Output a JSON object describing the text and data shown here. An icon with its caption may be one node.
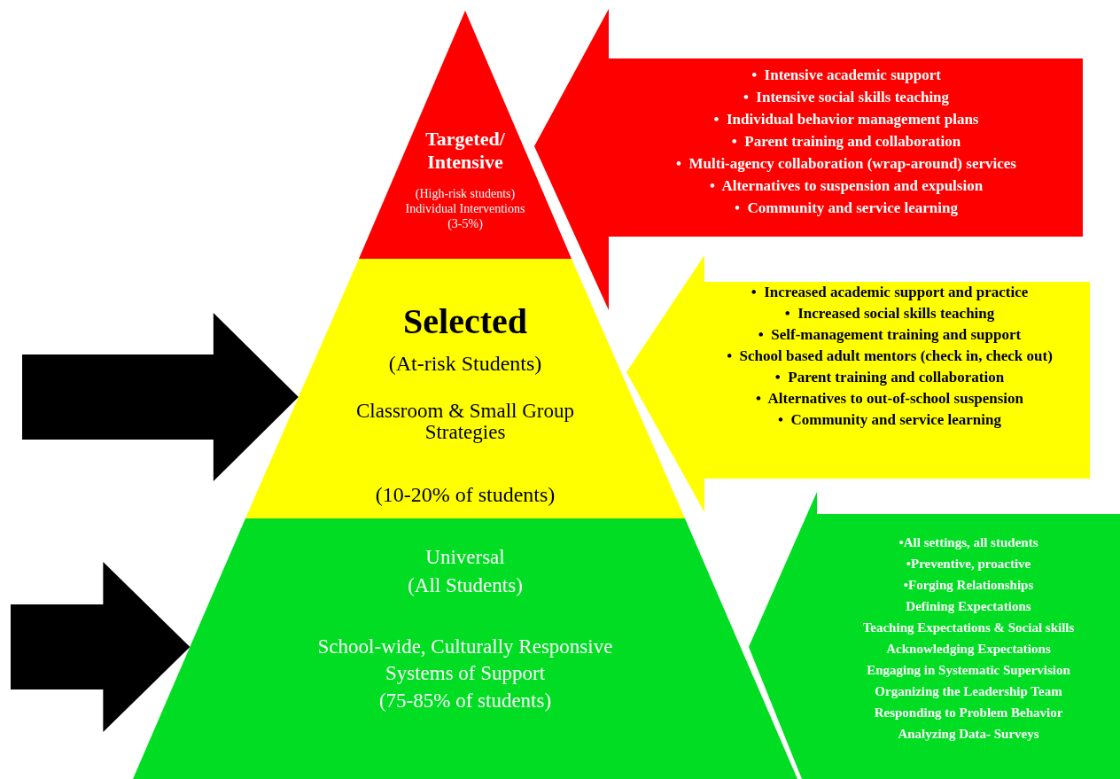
{
  "diagram": {
    "nodes": [
      {
        "text": [
          "Targeted/ Intensive",
          "(High-risk students) Individual Interventions (3-5%)"
        ]
      },
      {
        "text": [
          "Selected",
          "(At-risk Students)",
          "Classroom & Small Group Strategies",
          "(10-20% of students)"
        ]
      },
      {
        "text": [
          "Universal",
          "(All Students)",
          "School-wide, Culturally Responsive Systems of Support",
          "(75-85% of students)"
        ]
      },
      {
        "text": [
          "•  Intensive academic support",
          "•  Intensive social skills teaching",
          "•  Individual behavior management plans",
          "•  Parent training and collaboration",
          "•  Multi-agency collaboration (wrap-around) services",
          "•  Alternatives to suspension and expulsion",
          "•  Community and service learning"
        ]
      },
      {
        "text": [
          "•  Increased academic support and practice",
          "•  Increased social skills teaching",
          "•  Self-management training and support",
          "•  School based adult mentors (check in, check out)",
          "•  Parent training and collaboration",
          "•  Alternatives to out-of-school suspension",
          "•  Community and service learning"
        ]
      },
      {
        "text": [
          "•All settings, all students",
          "•Preventive,  proactive",
          "•Forging Relationships",
          "Defining Expectations",
          "Teaching Expectations  & Social skills",
          "Acknowledging Expectations",
          "Engaging in Systematic Supervision",
          "Organizing  the Leadership Team",
          "Responding to Problem Behavior",
          "Analyzing Data- Surveys"
        ]
      }
    ],
    "edges": [
      {
        "from": null,
        "to": 1,
        "arrow": "to"
      },
      {
        "from": null,
        "to": 2,
        "arrow": "to"
      }
    ]
  }
}
